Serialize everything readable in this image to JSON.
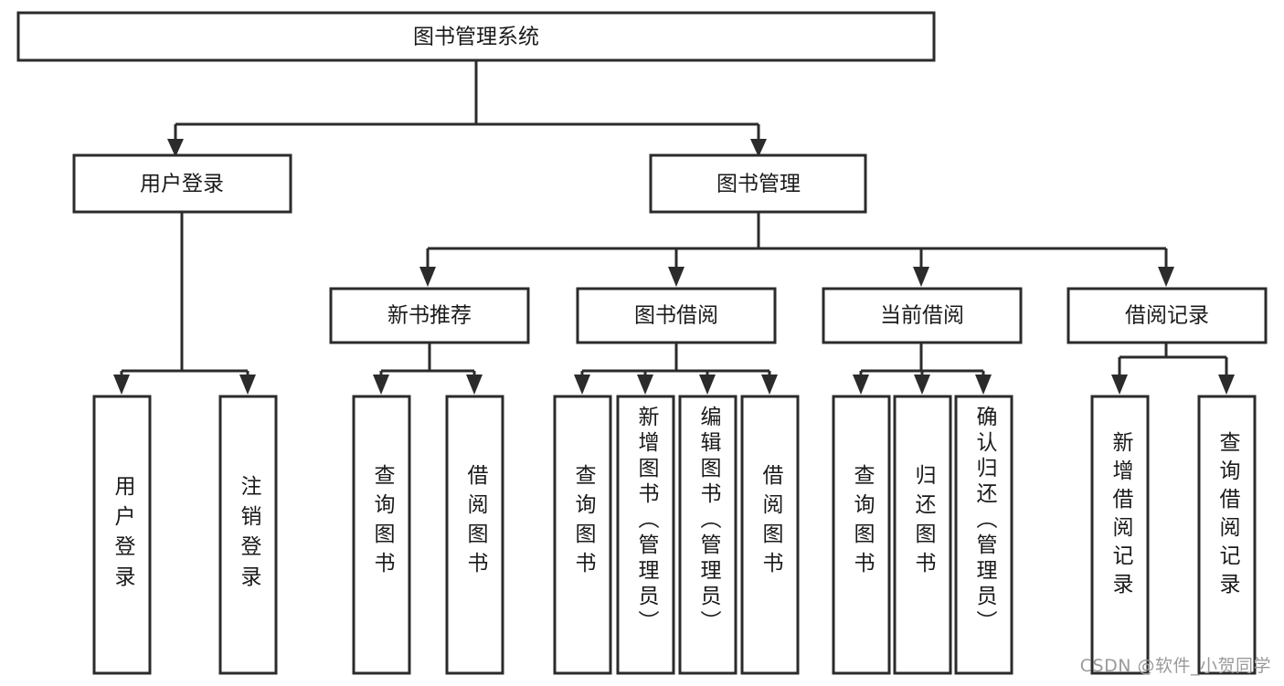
{
  "diagram": {
    "title": "图书管理系统",
    "type": "tree",
    "watermark": "CSDN @软件_小贺同学",
    "colors": {
      "box_stroke": "#2b2b2b",
      "box_fill": "#ffffff",
      "text": "#1a1a1a",
      "watermark": "#9a9a9a",
      "background": "#ffffff"
    },
    "levels": {
      "root": "图书管理系统",
      "level2": [
        "用户登录",
        "图书管理"
      ],
      "level3": [
        "新书推荐",
        "图书借阅",
        "当前借阅",
        "借阅记录"
      ],
      "level4": [
        "用户登录",
        "注销登录",
        "查询图书",
        "借阅图书",
        "查询图书",
        "新增图书（管理员）",
        "编辑图书（管理员）",
        "借阅图书",
        "查询图书",
        "归还图书",
        "确认归还（管理员）",
        "新增借阅记录",
        "查询借阅记录"
      ]
    },
    "nodes": {
      "root": {
        "label": "图书管理系统"
      },
      "user_login": {
        "label": "用户登录"
      },
      "book_manage": {
        "label": "图书管理"
      },
      "new_book_rec": {
        "label": "新书推荐"
      },
      "book_borrow": {
        "label": "图书借阅"
      },
      "current_borrow": {
        "label": "当前借阅"
      },
      "borrow_record": {
        "label": "借阅记录"
      },
      "leaf_user_login": {
        "label": "用户登录"
      },
      "leaf_logout": {
        "label": "注销登录"
      },
      "leaf_query_book_1": {
        "label": "查询图书"
      },
      "leaf_borrow_book_1": {
        "label": "借阅图书"
      },
      "leaf_query_book_2": {
        "label": "查询图书"
      },
      "leaf_add_book": {
        "label": "新增图书（管理员）"
      },
      "leaf_edit_book": {
        "label": "编辑图书（管理员）"
      },
      "leaf_borrow_book_2": {
        "label": "借阅图书"
      },
      "leaf_query_book_3": {
        "label": "查询图书"
      },
      "leaf_return_book": {
        "label": "归还图书"
      },
      "leaf_confirm_return": {
        "label": "确认归还（管理员）"
      },
      "leaf_add_record": {
        "label": "新增借阅记录"
      },
      "leaf_query_record": {
        "label": "查询借阅记录"
      }
    }
  }
}
